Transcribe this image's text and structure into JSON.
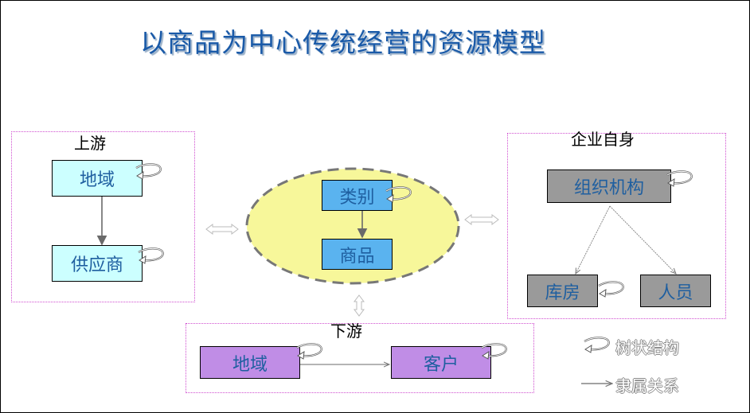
{
  "title": "以商品为中心传统经营的资源模型",
  "upstream": {
    "label": "上游",
    "region_box": "地域",
    "supplier_box": "供应商"
  },
  "center": {
    "category_box": "类别",
    "product_box": "商品"
  },
  "enterprise": {
    "label": "企业自身",
    "org_box": "组织机构",
    "warehouse_box": "库房",
    "staff_box": "人员"
  },
  "downstream": {
    "label": "下游",
    "region_box": "地域",
    "customer_box": "客户"
  },
  "legend": {
    "tree_label": "树状结构",
    "subordinate_label": "隶属关系"
  },
  "colors": {
    "title": "#1a5aa8",
    "ellipse_fill": "#f7f79a",
    "upstream_box": "#ccffff",
    "center_box": "#5ab3ef",
    "enterprise_box": "#9a9a9a",
    "downstream_box": "#c08de6",
    "region_border": "#d04fd0"
  },
  "icons": {
    "tree_relation": "curled-arrow-icon",
    "subordinate_relation": "line-arrow-icon",
    "connection": "double-arrow-icon"
  }
}
